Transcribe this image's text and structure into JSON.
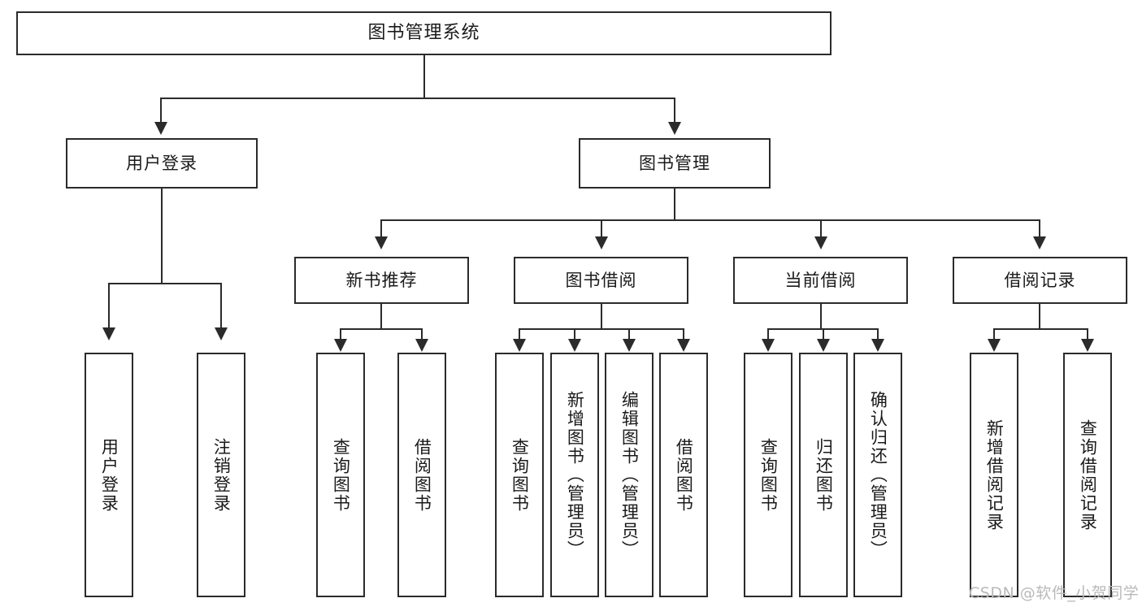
{
  "diagram": {
    "type": "tree-hierarchy",
    "title": "图书管理系统",
    "root": {
      "label": "图书管理系统"
    },
    "level2": [
      {
        "label": "用户登录"
      },
      {
        "label": "图书管理"
      }
    ],
    "level3": [
      {
        "label": "新书推荐"
      },
      {
        "label": "图书借阅"
      },
      {
        "label": "当前借阅"
      },
      {
        "label": "借阅记录"
      }
    ],
    "leaves": {
      "user_login": [
        {
          "label": "用户登录"
        },
        {
          "label": "注销登录"
        }
      ],
      "new_book_recommend": [
        {
          "label": "查询图书"
        },
        {
          "label": "借阅图书"
        }
      ],
      "book_borrow": [
        {
          "label": "查询图书"
        },
        {
          "label": "新增图书（管理员）"
        },
        {
          "label": "编辑图书（管理员）"
        },
        {
          "label": "借阅图书"
        }
      ],
      "current_borrow": [
        {
          "label": "查询图书"
        },
        {
          "label": "归还图书"
        },
        {
          "label": "确认归还（管理员）"
        }
      ],
      "borrow_record": [
        {
          "label": "新增借阅记录"
        },
        {
          "label": "查询借阅记录"
        }
      ]
    }
  },
  "watermark": {
    "text": "CSDN @软件_小贺同学"
  },
  "colors": {
    "stroke": "#2b2b2b",
    "text": "#1a1a1a",
    "background": "#ffffff",
    "watermark": "#b9b9b9"
  }
}
